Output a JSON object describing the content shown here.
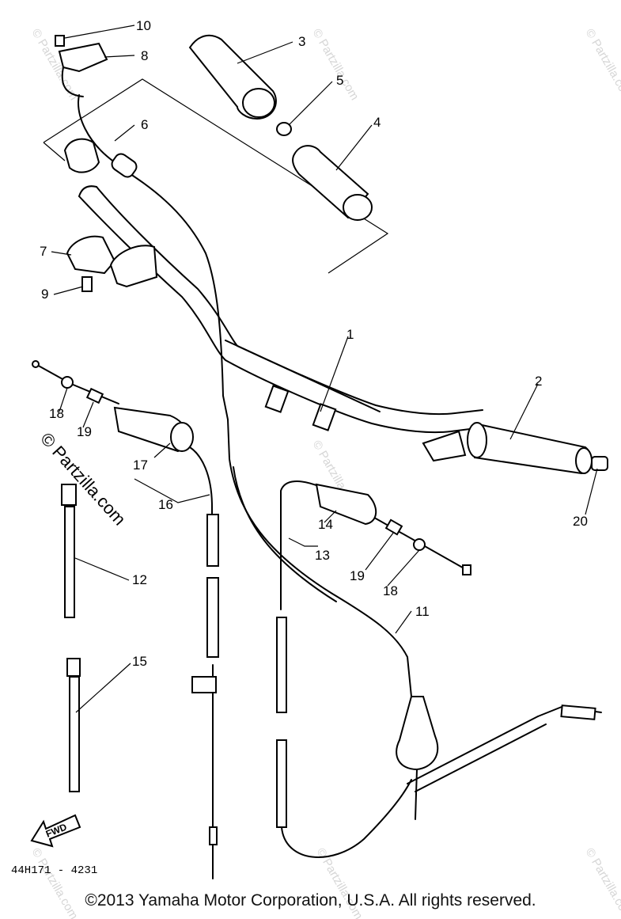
{
  "diagram": {
    "callouts": [
      "1",
      "2",
      "3",
      "4",
      "5",
      "6",
      "7",
      "8",
      "9",
      "10",
      "11",
      "12",
      "13",
      "14",
      "15",
      "16",
      "17",
      "18",
      "19",
      "20",
      "18",
      "19"
    ],
    "part_code": "44H171 - 4231",
    "fwd_label": "FWD",
    "watermark": "© Partzilla.com",
    "watermark_small": "© Partzilla.com"
  },
  "footer": {
    "copyright": "©2013 Yamaha Motor Corporation, U.S.A. All rights reserved."
  }
}
